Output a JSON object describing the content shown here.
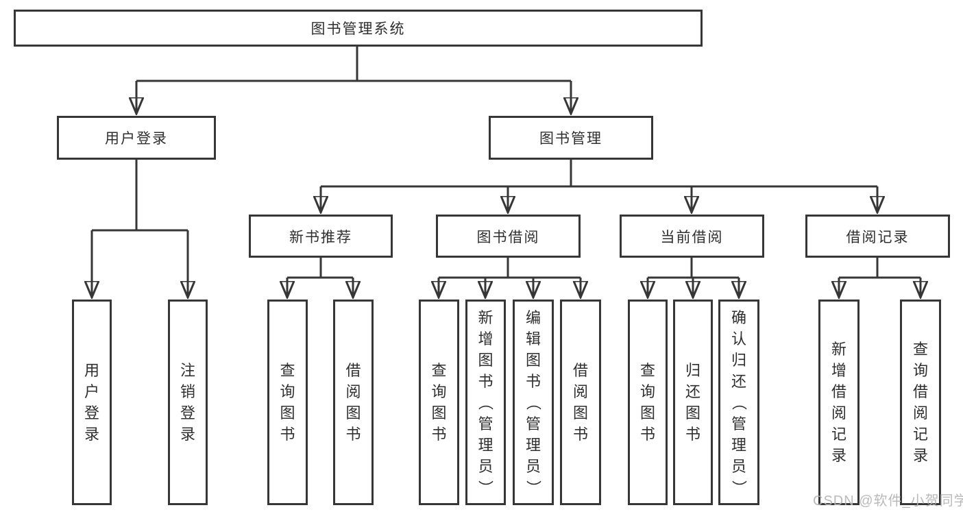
{
  "tree": {
    "label": "图书管理系统",
    "children": [
      {
        "label": "用户登录",
        "children": [
          {
            "label": "用户登录"
          },
          {
            "label": "注销登录"
          }
        ]
      },
      {
        "label": "图书管理",
        "children": [
          {
            "label": "新书推荐",
            "children": [
              {
                "label": "查询图书"
              },
              {
                "label": "借阅图书"
              }
            ]
          },
          {
            "label": "图书借阅",
            "children": [
              {
                "label": "查询图书"
              },
              {
                "label": "新增图书（管理员）"
              },
              {
                "label": "编辑图书（管理员）"
              },
              {
                "label": "借阅图书"
              }
            ]
          },
          {
            "label": "当前借阅",
            "children": [
              {
                "label": "查询图书"
              },
              {
                "label": "归还图书"
              },
              {
                "label": "确认归还（管理员）"
              }
            ]
          },
          {
            "label": "借阅记录",
            "children": [
              {
                "label": "新增借阅记录"
              },
              {
                "label": "查询借阅记录"
              }
            ]
          }
        ]
      }
    ]
  },
  "watermark": "CSDN @软件_小贺同学",
  "colors": {
    "line": "#363636",
    "box_fill": "#ffffff",
    "text": "#2f2f2f",
    "watermark": "#b4b4b4",
    "background": "#ffffff"
  }
}
